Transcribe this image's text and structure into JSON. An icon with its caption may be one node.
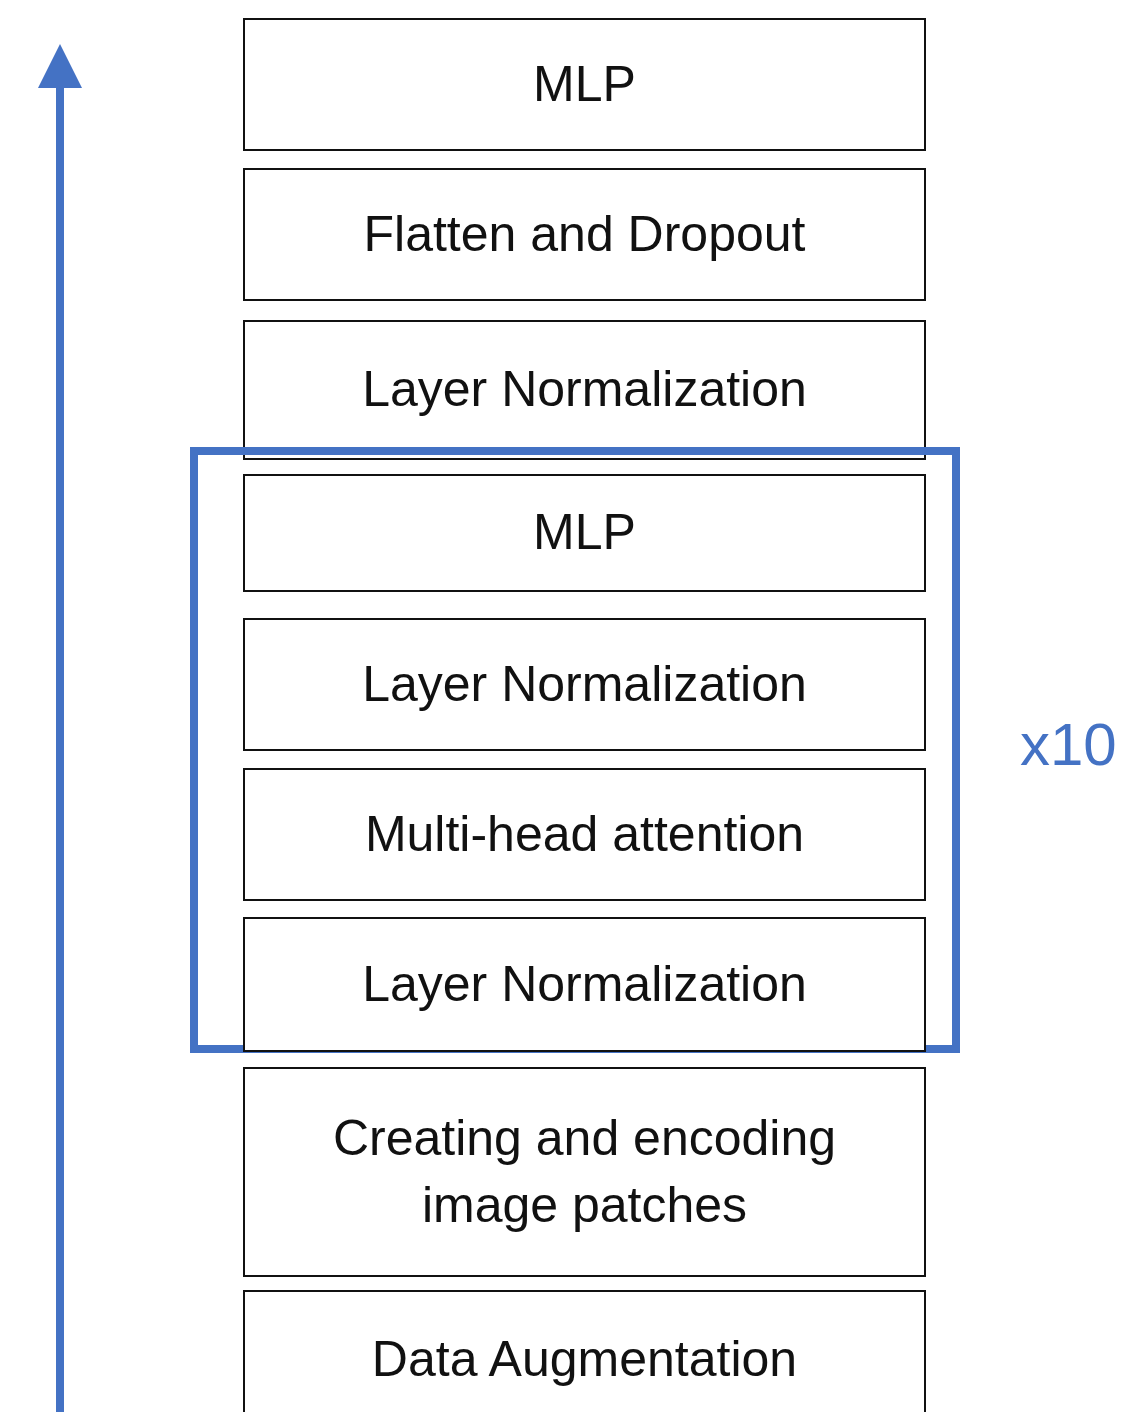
{
  "diagram": {
    "nodes": [
      {
        "text": [
          "MLP"
        ]
      },
      {
        "text": [
          "Flatten and Dropout"
        ]
      },
      {
        "text": [
          "Layer Normalization"
        ]
      },
      {
        "text": [],
        "shape": "box",
        "beside": [
          "x10"
        ]
      },
      {
        "text": [
          "MLP"
        ],
        "in": 3
      },
      {
        "text": [
          "Layer Normalization"
        ],
        "in": 3
      },
      {
        "text": [
          "Multi-head attention"
        ],
        "in": 3
      },
      {
        "text": [
          "Layer Normalization"
        ],
        "in": 3
      },
      {
        "text": [
          "Creating and encoding image patches"
        ]
      },
      {
        "text": [
          "Data Augmentation"
        ]
      }
    ],
    "edges": []
  }
}
